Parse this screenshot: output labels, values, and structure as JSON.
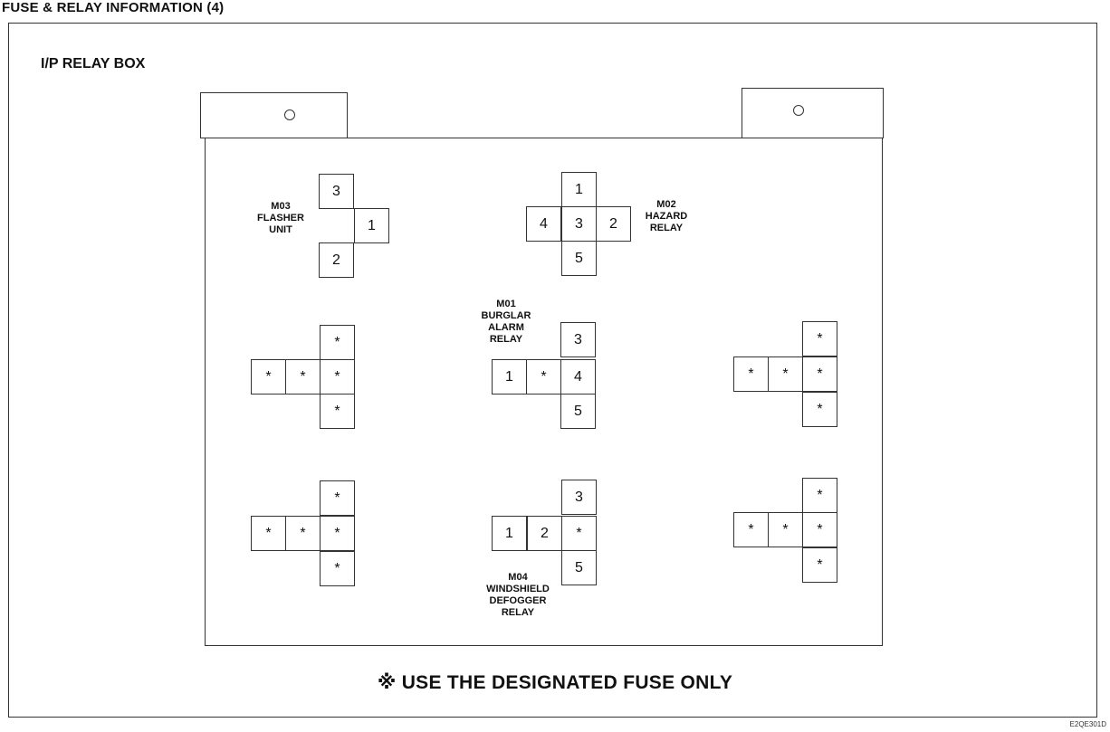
{
  "header": {
    "title": "FUSE & RELAY INFORMATION (4)"
  },
  "diagram": {
    "section_title": "I/P RELAY BOX",
    "relays": {
      "m03": {
        "name_lines": [
          "M03",
          "FLASHER",
          "UNIT"
        ],
        "pins": [
          "3",
          "1",
          "2"
        ]
      },
      "m02": {
        "name_lines": [
          "M02",
          "HAZARD",
          "RELAY"
        ],
        "pins": [
          "1",
          "4",
          "3",
          "2",
          "5"
        ]
      },
      "m01": {
        "name_lines": [
          "M01",
          "BURGLAR",
          "ALARM",
          "RELAY"
        ],
        "pins": [
          "3",
          "1",
          "*",
          "4",
          "5"
        ]
      },
      "m04": {
        "name_lines": [
          "M04",
          "WINDSHIELD",
          "DEFOGGER",
          "RELAY"
        ],
        "pins": [
          "3",
          "1",
          "2",
          "*",
          "5"
        ]
      },
      "spare_pin": "*"
    },
    "footnote": "※ USE THE DESIGNATED FUSE ONLY",
    "figure_code": "E2QE301D"
  }
}
